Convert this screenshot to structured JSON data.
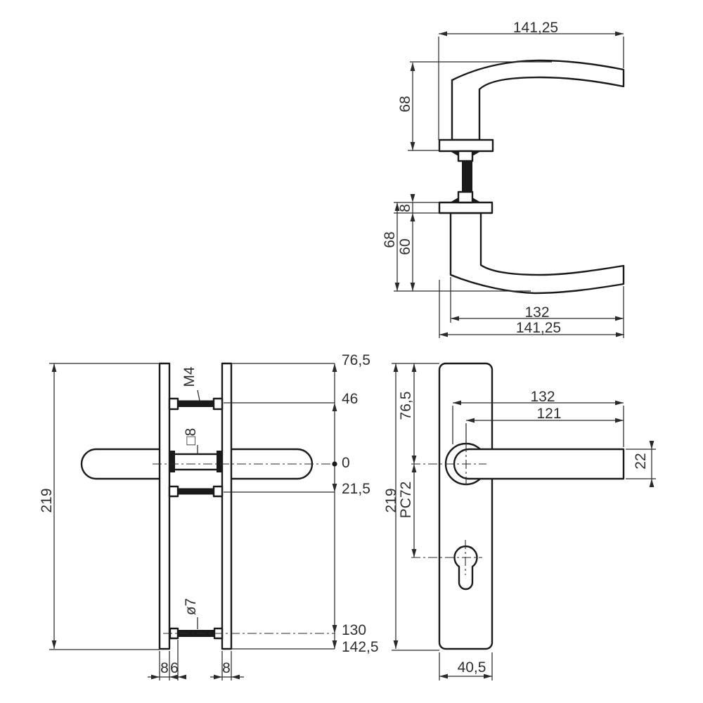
{
  "meta": {
    "background": "#ffffff",
    "line_color": "#1a1a1a",
    "dim_line_color": "#2a2a2a",
    "text_color": "#2f2f2f"
  },
  "views": {
    "handle_side": {
      "title": "lever-pair profile view",
      "dims": {
        "overall_width_top": "141,25",
        "upper_height": "68",
        "rose_thickness": "8",
        "lower_height": "68",
        "grip_drop": "60",
        "grip_length": "132",
        "overall_width_bottom": "141,25"
      }
    },
    "plate_side": {
      "title": "backplate edge view",
      "dims": {
        "plate_height": "219",
        "screw": "M4",
        "spindle": "□8",
        "bolt": "ø7",
        "levels": [
          "76,5",
          "46",
          "0",
          "21,5",
          "130",
          "142,5"
        ],
        "thicknesses": [
          "8",
          "6",
          "8"
        ]
      }
    },
    "plate_front": {
      "title": "backplate front view",
      "dims": {
        "top_offset": "76,5",
        "plate_height": "219",
        "cylinder_distance": "PC72",
        "lever_length_outer": "132",
        "lever_length_center": "121",
        "lever_width": "22",
        "plate_width": "40,5"
      }
    }
  }
}
